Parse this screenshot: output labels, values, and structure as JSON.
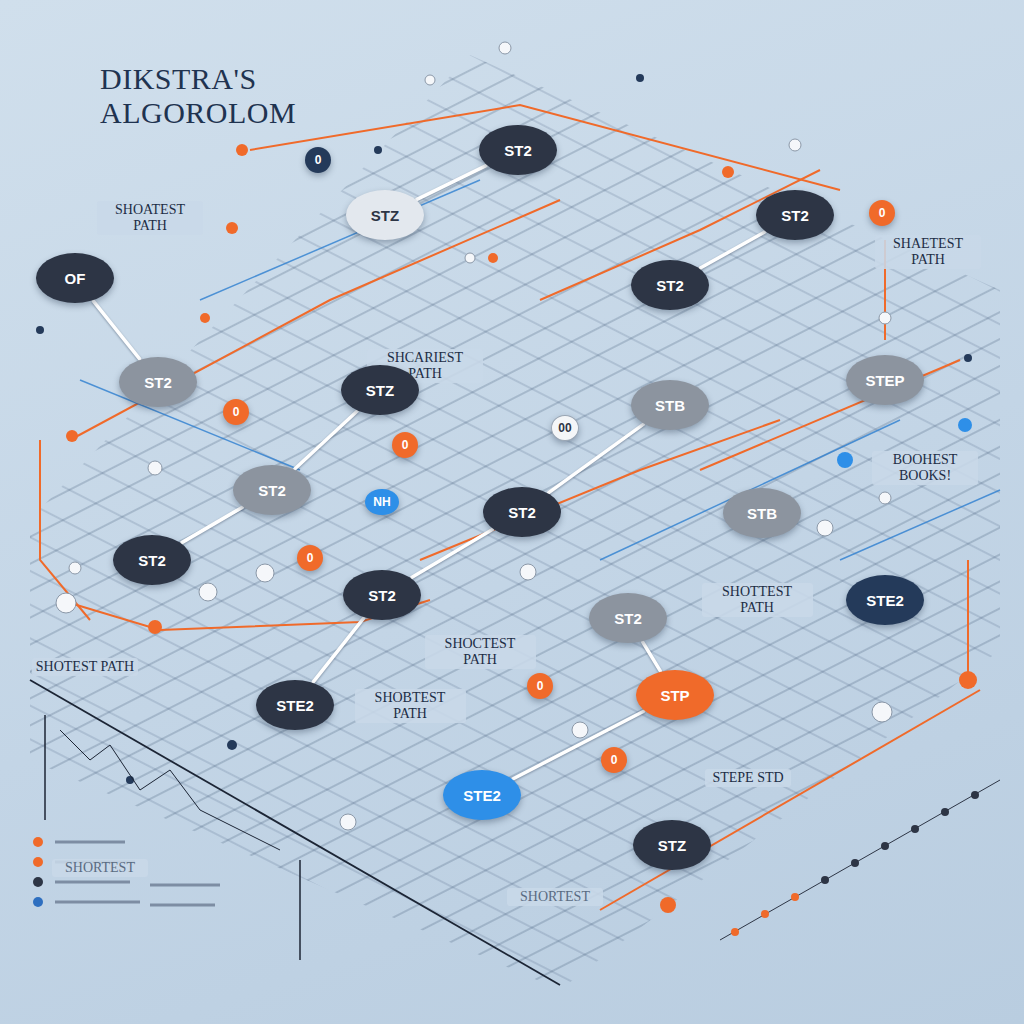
{
  "diagram": {
    "title": "DIKSTRA'S ALGOROLOM",
    "nodes": [
      {
        "text": [
          "ST2"
        ]
      },
      {
        "text": [
          "0"
        ]
      },
      {
        "text": [
          "STZ"
        ]
      },
      {
        "text": [
          "ST2"
        ]
      },
      {
        "text": [
          "0"
        ]
      },
      {
        "text": [
          "OF"
        ]
      },
      {
        "text": [
          "ST2"
        ]
      },
      {
        "text": [
          "STZ"
        ]
      },
      {
        "text": [
          "ST2"
        ]
      },
      {
        "text": [
          "STEP"
        ]
      },
      {
        "text": [
          "STB"
        ]
      },
      {
        "text": [
          "0"
        ]
      },
      {
        "text": [
          "00"
        ]
      },
      {
        "text": [
          "0"
        ]
      },
      {
        "text": [
          "ST2"
        ]
      },
      {
        "text": [
          "NH"
        ]
      },
      {
        "text": [
          "ST2"
        ]
      },
      {
        "text": [
          "STB"
        ]
      },
      {
        "text": [
          "0"
        ]
      },
      {
        "text": [
          "ST2"
        ]
      },
      {
        "text": [
          "ST2"
        ]
      },
      {
        "text": [
          "STE2"
        ]
      },
      {
        "text": [
          "ST2"
        ]
      },
      {
        "text": [
          "0"
        ]
      },
      {
        "text": [
          "STE2"
        ]
      },
      {
        "text": [
          "STP"
        ]
      },
      {
        "text": [
          "0"
        ]
      },
      {
        "text": [
          "STE2"
        ]
      },
      {
        "text": [
          "STZ"
        ]
      }
    ],
    "edges": [
      {
        "from": 2,
        "to": 0,
        "arrow": "none"
      },
      {
        "from": 6,
        "to": 3,
        "arrow": "none"
      },
      {
        "from": 5,
        "to": 8,
        "arrow": "none"
      },
      {
        "from": 7,
        "to": 14,
        "arrow": "none"
      },
      {
        "from": 16,
        "to": 10,
        "arrow": "none"
      },
      {
        "from": 19,
        "to": 14,
        "arrow": "none"
      },
      {
        "from": 20,
        "to": 16,
        "arrow": "none"
      },
      {
        "from": 24,
        "to": 20,
        "arrow": "none"
      },
      {
        "from": 27,
        "to": 25,
        "arrow": "none"
      },
      {
        "from": 25,
        "to": 22,
        "arrow": "none"
      }
    ],
    "labels": [
      "SHOATEST PATH",
      "SHCARIEST PATH",
      "SHAETEST PATH",
      "BOOHEST BOOKS!",
      "SHOTTEST PATH",
      "SHOCTEST PATH",
      "SHOBTEST PATH",
      "SHOTEST PATH",
      "STEPE STD",
      "SHORTEST",
      "SHORTEST"
    ]
  }
}
